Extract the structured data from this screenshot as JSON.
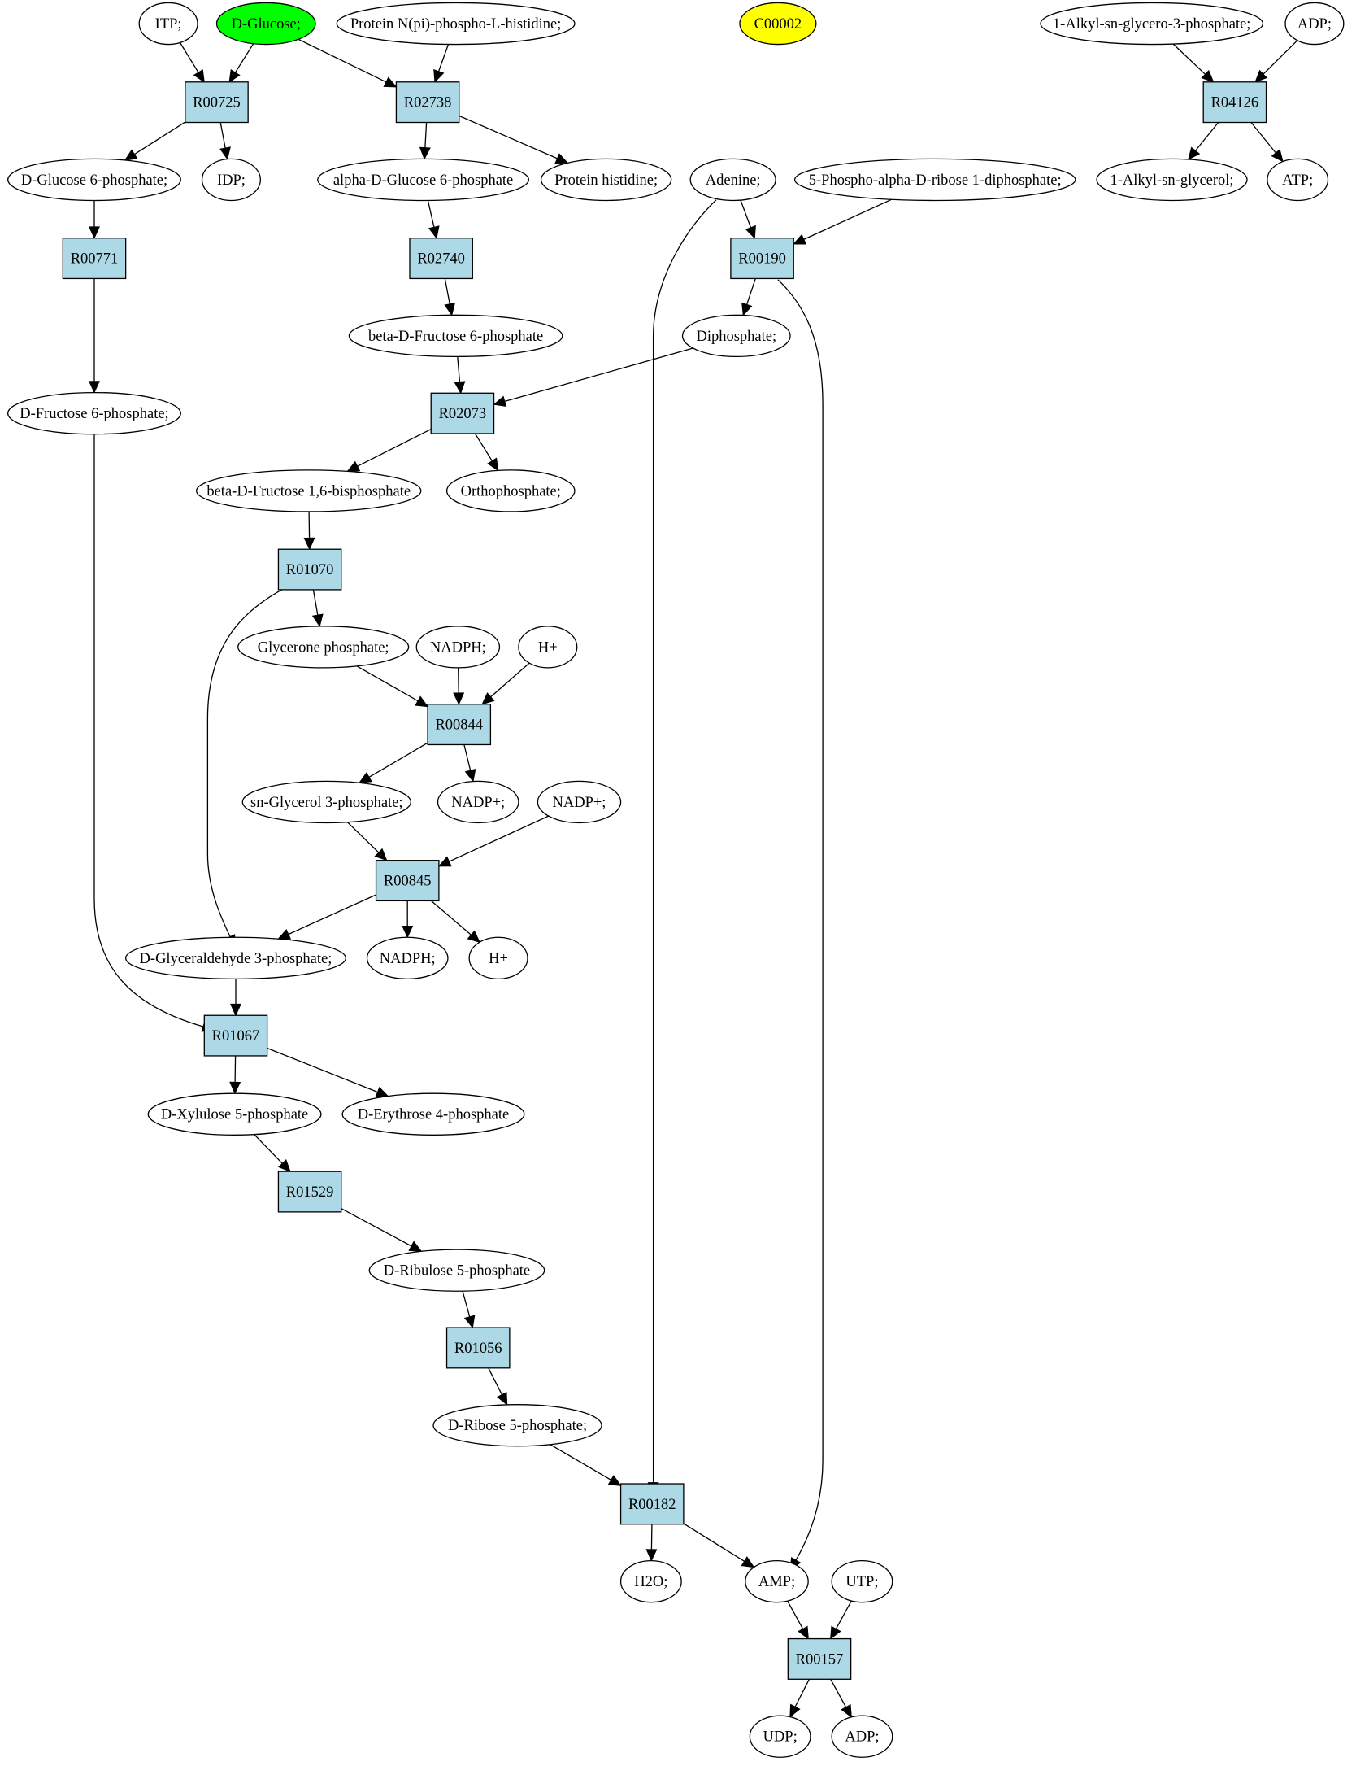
{
  "colors": {
    "reaction_fill": "#add8e6",
    "compound_fill": "#ffffff",
    "highlight_green": "#00ff00",
    "highlight_yellow": "#ffff00",
    "edge": "#000000"
  },
  "nodes": [
    {
      "id": "itp",
      "kind": "compound",
      "label": "ITP;"
    },
    {
      "id": "dglucose",
      "kind": "compound",
      "label": "D-Glucose;",
      "highlight": "green"
    },
    {
      "id": "protein_npi",
      "kind": "compound",
      "label": "Protein N(pi)-phospho-L-histidine;"
    },
    {
      "id": "c00002",
      "kind": "compound",
      "label": "C00002",
      "highlight": "yellow"
    },
    {
      "id": "alkyl_g3p",
      "kind": "compound",
      "label": "1-Alkyl-sn-glycero-3-phosphate;"
    },
    {
      "id": "adp_top",
      "kind": "compound",
      "label": "ADP;"
    },
    {
      "id": "r00725",
      "kind": "reaction",
      "label": "R00725"
    },
    {
      "id": "r02738",
      "kind": "reaction",
      "label": "R02738"
    },
    {
      "id": "r04126",
      "kind": "reaction",
      "label": "R04126"
    },
    {
      "id": "dg6p",
      "kind": "compound",
      "label": "D-Glucose 6-phosphate;"
    },
    {
      "id": "idp",
      "kind": "compound",
      "label": "IDP;"
    },
    {
      "id": "adg6p",
      "kind": "compound",
      "label": "alpha-D-Glucose 6-phosphate"
    },
    {
      "id": "prot_his",
      "kind": "compound",
      "label": "Protein histidine;"
    },
    {
      "id": "adenine",
      "kind": "compound",
      "label": "Adenine;"
    },
    {
      "id": "prpp",
      "kind": "compound",
      "label": "5-Phospho-alpha-D-ribose 1-diphosphate;"
    },
    {
      "id": "alkyl_glycerol",
      "kind": "compound",
      "label": "1-Alkyl-sn-glycerol;"
    },
    {
      "id": "atp",
      "kind": "compound",
      "label": "ATP;"
    },
    {
      "id": "r00771",
      "kind": "reaction",
      "label": "R00771"
    },
    {
      "id": "r02740",
      "kind": "reaction",
      "label": "R02740"
    },
    {
      "id": "r00190",
      "kind": "reaction",
      "label": "R00190"
    },
    {
      "id": "bdf6p",
      "kind": "compound",
      "label": "beta-D-Fructose 6-phosphate"
    },
    {
      "id": "diphosphate",
      "kind": "compound",
      "label": "Diphosphate;"
    },
    {
      "id": "df6p",
      "kind": "compound",
      "label": "D-Fructose 6-phosphate;"
    },
    {
      "id": "r02073",
      "kind": "reaction",
      "label": "R02073"
    },
    {
      "id": "bdf16bp",
      "kind": "compound",
      "label": "beta-D-Fructose 1,6-bisphosphate"
    },
    {
      "id": "orthophosphate",
      "kind": "compound",
      "label": "Orthophosphate;"
    },
    {
      "id": "r01070",
      "kind": "reaction",
      "label": "R01070"
    },
    {
      "id": "glycerone_p",
      "kind": "compound",
      "label": "Glycerone phosphate;"
    },
    {
      "id": "nadph_1",
      "kind": "compound",
      "label": "NADPH;"
    },
    {
      "id": "hplus_1",
      "kind": "compound",
      "label": "H+"
    },
    {
      "id": "r00844",
      "kind": "reaction",
      "label": "R00844"
    },
    {
      "id": "sng3p",
      "kind": "compound",
      "label": "sn-Glycerol 3-phosphate;"
    },
    {
      "id": "nadp_1",
      "kind": "compound",
      "label": "NADP+;"
    },
    {
      "id": "nadp_2",
      "kind": "compound",
      "label": "NADP+;"
    },
    {
      "id": "r00845",
      "kind": "reaction",
      "label": "R00845"
    },
    {
      "id": "dga3p",
      "kind": "compound",
      "label": "D-Glyceraldehyde 3-phosphate;"
    },
    {
      "id": "nadph_2",
      "kind": "compound",
      "label": "NADPH;"
    },
    {
      "id": "hplus_2",
      "kind": "compound",
      "label": "H+"
    },
    {
      "id": "r01067",
      "kind": "reaction",
      "label": "R01067"
    },
    {
      "id": "dx5p",
      "kind": "compound",
      "label": "D-Xylulose 5-phosphate"
    },
    {
      "id": "de4p",
      "kind": "compound",
      "label": "D-Erythrose 4-phosphate"
    },
    {
      "id": "r01529",
      "kind": "reaction",
      "label": "R01529"
    },
    {
      "id": "dru5p",
      "kind": "compound",
      "label": "D-Ribulose 5-phosphate"
    },
    {
      "id": "r01056",
      "kind": "reaction",
      "label": "R01056"
    },
    {
      "id": "dr5p",
      "kind": "compound",
      "label": "D-Ribose 5-phosphate;"
    },
    {
      "id": "r00182",
      "kind": "reaction",
      "label": "R00182"
    },
    {
      "id": "h2o",
      "kind": "compound",
      "label": "H2O;"
    },
    {
      "id": "amp",
      "kind": "compound",
      "label": "AMP;"
    },
    {
      "id": "utp",
      "kind": "compound",
      "label": "UTP;"
    },
    {
      "id": "r00157",
      "kind": "reaction",
      "label": "R00157"
    },
    {
      "id": "udp",
      "kind": "compound",
      "label": "UDP;"
    },
    {
      "id": "adp_bottom",
      "kind": "compound",
      "label": "ADP;"
    }
  ],
  "edges": [
    {
      "from": "itp",
      "to": "r00725"
    },
    {
      "from": "dglucose",
      "to": "r00725"
    },
    {
      "from": "dglucose",
      "to": "r02738"
    },
    {
      "from": "protein_npi",
      "to": "r02738"
    },
    {
      "from": "alkyl_g3p",
      "to": "r04126"
    },
    {
      "from": "adp_top",
      "to": "r04126"
    },
    {
      "from": "r00725",
      "to": "dg6p"
    },
    {
      "from": "r00725",
      "to": "idp"
    },
    {
      "from": "r02738",
      "to": "adg6p"
    },
    {
      "from": "r02738",
      "to": "prot_his"
    },
    {
      "from": "r04126",
      "to": "alkyl_glycerol"
    },
    {
      "from": "r04126",
      "to": "atp"
    },
    {
      "from": "dg6p",
      "to": "r00771"
    },
    {
      "from": "adg6p",
      "to": "r02740"
    },
    {
      "from": "adenine",
      "to": "r00190"
    },
    {
      "from": "prpp",
      "to": "r00190"
    },
    {
      "from": "r00771",
      "to": "df6p"
    },
    {
      "from": "r02740",
      "to": "bdf6p"
    },
    {
      "from": "r00190",
      "to": "diphosphate"
    },
    {
      "from": "bdf6p",
      "to": "r02073"
    },
    {
      "from": "diphosphate",
      "to": "r02073"
    },
    {
      "from": "r02073",
      "to": "bdf16bp"
    },
    {
      "from": "r02073",
      "to": "orthophosphate"
    },
    {
      "from": "bdf16bp",
      "to": "r01070"
    },
    {
      "from": "r01070",
      "to": "glycerone_p"
    },
    {
      "from": "r01070",
      "to": "dga3p"
    },
    {
      "from": "glycerone_p",
      "to": "r00844"
    },
    {
      "from": "nadph_1",
      "to": "r00844"
    },
    {
      "from": "hplus_1",
      "to": "r00844"
    },
    {
      "from": "r00844",
      "to": "sng3p"
    },
    {
      "from": "r00844",
      "to": "nadp_1"
    },
    {
      "from": "sng3p",
      "to": "r00845"
    },
    {
      "from": "nadp_2",
      "to": "r00845"
    },
    {
      "from": "r00845",
      "to": "dga3p"
    },
    {
      "from": "r00845",
      "to": "nadph_2"
    },
    {
      "from": "r00845",
      "to": "hplus_2"
    },
    {
      "from": "df6p",
      "to": "r01067"
    },
    {
      "from": "dga3p",
      "to": "r01067"
    },
    {
      "from": "r01067",
      "to": "dx5p"
    },
    {
      "from": "r01067",
      "to": "de4p"
    },
    {
      "from": "dx5p",
      "to": "r01529"
    },
    {
      "from": "r01529",
      "to": "dru5p"
    },
    {
      "from": "dru5p",
      "to": "r01056"
    },
    {
      "from": "r01056",
      "to": "dr5p"
    },
    {
      "from": "adenine",
      "to": "r00182"
    },
    {
      "from": "dr5p",
      "to": "r00182"
    },
    {
      "from": "r00190",
      "to": "amp"
    },
    {
      "from": "r00182",
      "to": "h2o"
    },
    {
      "from": "r00182",
      "to": "amp"
    },
    {
      "from": "amp",
      "to": "r00157"
    },
    {
      "from": "utp",
      "to": "r00157"
    },
    {
      "from": "r00157",
      "to": "udp"
    },
    {
      "from": "r00157",
      "to": "adp_bottom"
    }
  ]
}
